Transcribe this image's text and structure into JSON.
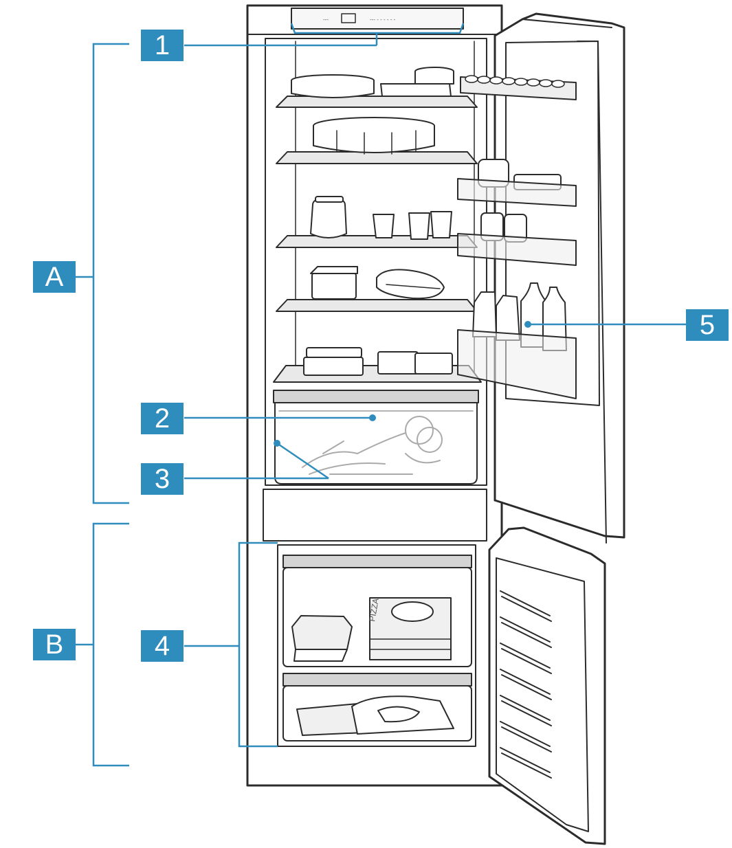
{
  "colors": {
    "callout_fill": "#2e8dbd",
    "callout_text": "#ffffff",
    "leader_line": "#2e8dbd",
    "outline": "#2b2b2b",
    "shade": "#d4d4d4"
  },
  "control_panel": {
    "left_text": "---",
    "right_text": "--- - - - - - -"
  },
  "callouts": {
    "a": "A",
    "b": "B",
    "one": "1",
    "two": "2",
    "three": "3",
    "four": "4",
    "five": "5"
  },
  "pizza_box_text": "PIZZA"
}
